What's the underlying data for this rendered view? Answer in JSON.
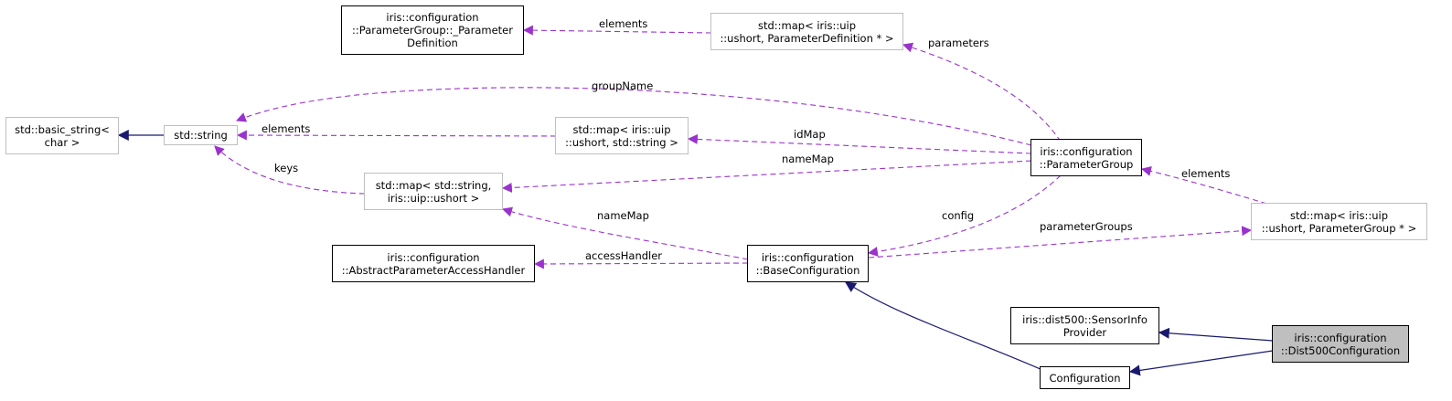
{
  "colors": {
    "inheritance": "#191970",
    "usage": "#9a32cd",
    "focus_fill": "#bfbfbf",
    "light_border": "#bfbfbf"
  },
  "nodes": {
    "param_def": [
      "iris::configuration",
      "::ParameterGroup::_Parameter",
      "Definition"
    ],
    "map_param_def": [
      "std::map< iris::uip",
      "::ushort, ParameterDefinition * >"
    ],
    "basic_string": [
      "std::basic_string<",
      "char >"
    ],
    "std_string": [
      "std::string"
    ],
    "map_ushort_string": [
      "std::map< iris::uip",
      "::ushort, std::string >"
    ],
    "parameter_group": [
      "iris::configuration",
      "::ParameterGroup"
    ],
    "map_string_ushort": [
      "std::map< std::string,",
      "iris::uip::ushort >"
    ],
    "map_param_group": [
      "std::map< iris::uip",
      "::ushort, ParameterGroup * >"
    ],
    "access_handler": [
      "iris::configuration",
      "::AbstractParameterAccessHandler"
    ],
    "base_config": [
      "iris::configuration",
      "::BaseConfiguration"
    ],
    "sensor_info": [
      "iris::dist500::SensorInfo",
      "Provider"
    ],
    "dist500_config": [
      "iris::configuration",
      "::Dist500Configuration"
    ],
    "configuration": [
      "Configuration"
    ]
  },
  "edge_labels": {
    "elements_top": "elements",
    "parameters": "parameters",
    "group_name": "groupName",
    "elements_string": "elements",
    "id_map": "idMap",
    "name_map_pg": "nameMap",
    "keys": "keys",
    "elements_pg": "elements",
    "name_map_bc": "nameMap",
    "config": "config",
    "parameter_groups": "parameterGroups",
    "access_handler": "accessHandler"
  }
}
